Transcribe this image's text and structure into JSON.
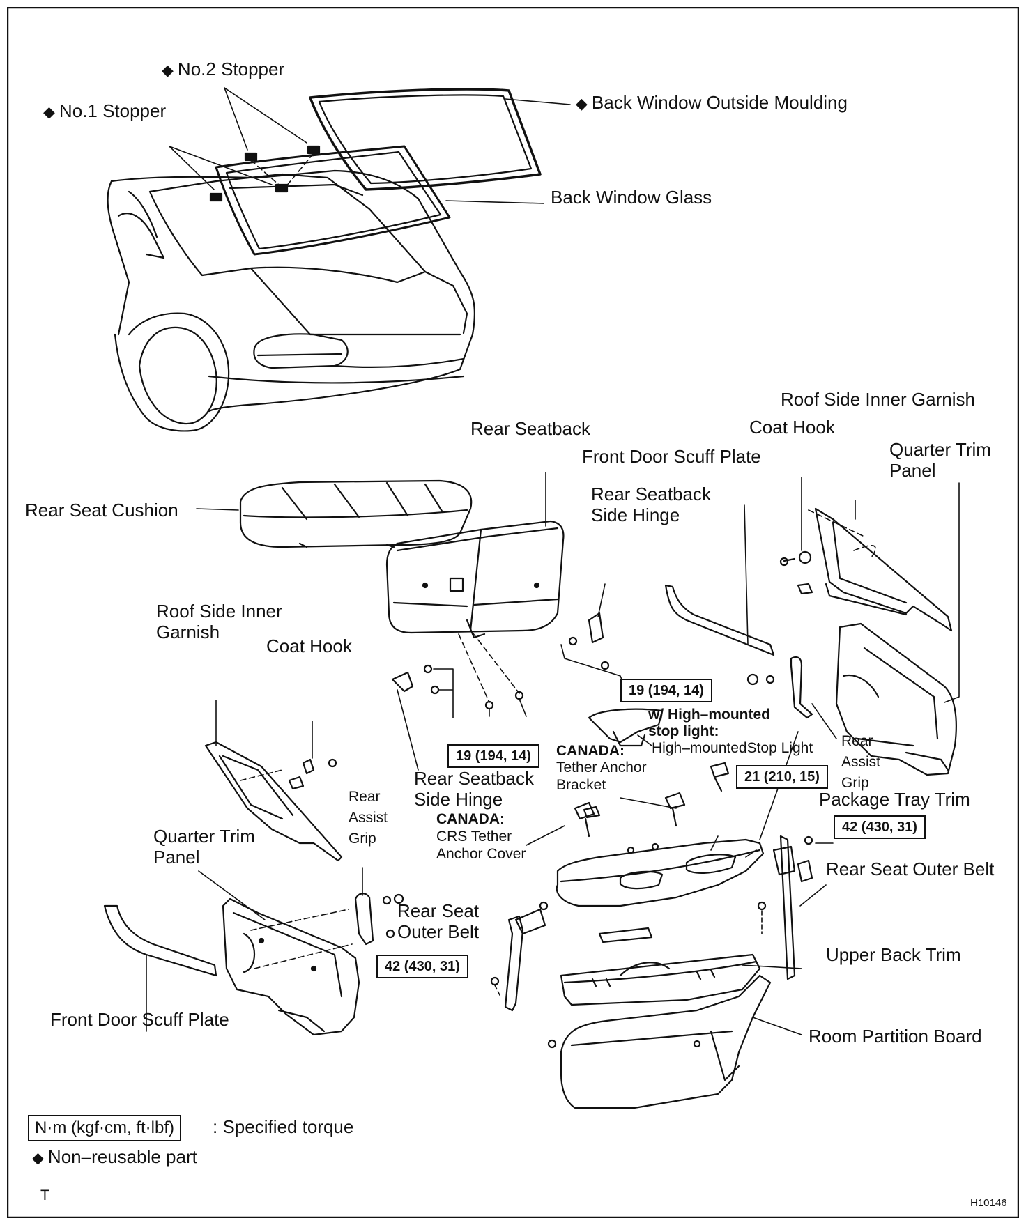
{
  "labels": {
    "no2_stopper": "No.2 Stopper",
    "no1_stopper": "No.1 Stopper",
    "back_window_outside_moulding": "Back Window Outside Moulding",
    "back_window_glass": "Back Window Glass",
    "roof_side_inner_garnish_right": "Roof Side Inner Garnish",
    "rear_seatback": "Rear Seatback",
    "coat_hook_right": "Coat Hook",
    "quarter_trim_panel_right_1": "Quarter Trim",
    "quarter_trim_panel_right_2": "Panel",
    "front_door_scuff_plate_right": "Front Door Scuff Plate",
    "rear_seatback_side_hinge_right_1": "Rear Seatback",
    "rear_seatback_side_hinge_right_2": "Side Hinge",
    "rear_seat_cushion": "Rear Seat Cushion",
    "roof_side_inner_garnish_left_1": "Roof Side Inner",
    "roof_side_inner_garnish_left_2": "Garnish",
    "coat_hook_left": "Coat Hook",
    "wo_high_mounted_1": "w/ High–mounted",
    "wo_high_mounted_2": "stop light:",
    "high_mounted_stop_light": "High–mountedStop Light",
    "canada_1": "CANADA:",
    "tether_anchor_1": "Tether Anchor",
    "tether_anchor_2": "Bracket",
    "rear_assist_grip_right_1": "Rear",
    "rear_assist_grip_right_2": "Assist",
    "rear_assist_grip_right_3": "Grip",
    "rear_seatback_side_hinge_left_1": "Rear Seatback",
    "rear_seatback_side_hinge_left_2": "Side Hinge",
    "package_tray_trim": "Package Tray Trim",
    "rear_assist_grip_left_1": "Rear",
    "rear_assist_grip_left_2": "Assist",
    "rear_assist_grip_left_3": "Grip",
    "canada_2": "CANADA:",
    "crs_tether_1": "CRS Tether",
    "crs_tether_2": "Anchor Cover",
    "quarter_trim_panel_left_1": "Quarter Trim",
    "quarter_trim_panel_left_2": "Panel",
    "rear_seat_outer_belt_right": "Rear Seat Outer Belt",
    "rear_seat_outer_belt_left_1": "Rear Seat",
    "rear_seat_outer_belt_left_2": "Outer Belt",
    "upper_back_trim": "Upper Back Trim",
    "front_door_scuff_plate_left": "Front Door Scuff Plate",
    "room_partition_board": "Room Partition Board"
  },
  "torque": {
    "t19_right": "19 (194, 14)",
    "t19_left": "19 (194, 14)",
    "t21": "21 (210, 15)",
    "t42_right": "42 (430, 31)",
    "t42_left": "42 (430, 31)"
  },
  "legend": {
    "unit": "N·m (kgf·cm, ft·lbf)",
    "unit_desc": ": Specified torque",
    "non_reusable": "Non–reusable part",
    "diamond": "◆"
  },
  "footer": {
    "left_code": "T",
    "right_code": "H10146"
  }
}
